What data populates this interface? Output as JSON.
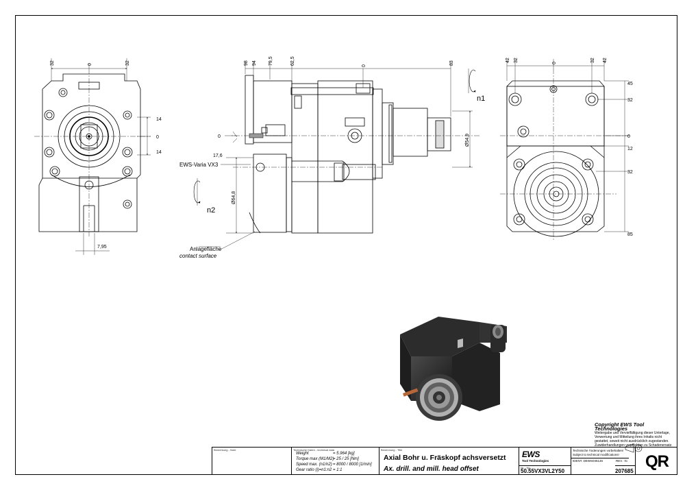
{
  "dimensions": {
    "left_view": {
      "top": [
        "32",
        "0",
        "32"
      ],
      "right": [
        "14",
        "0",
        "14"
      ],
      "bottom": "7,95"
    },
    "side_view": {
      "top": [
        "98",
        "94",
        "79,5",
        "62,5",
        "0",
        "83"
      ],
      "left": [
        "0",
        "17,6"
      ],
      "diameter_main": "Ø54,9",
      "diameter_lower": "Ø64,8",
      "rotation_upper": "n1",
      "rotation_lower": "n2",
      "label_varia": "EWS-Varia VX3",
      "label_contact_de": "Anlagefläche",
      "label_contact_en": "contact surface"
    },
    "front_view": {
      "top": [
        "42",
        "32",
        "0",
        "32",
        "42"
      ],
      "right": [
        "45",
        "32",
        "0",
        "12",
        "32",
        "85"
      ]
    }
  },
  "copyright": {
    "title": "Copyright EWS Tool Technologies",
    "lines": [
      "Weitergabe und Vervielfältigung dieser Unterlage,",
      "Verwertung und Mitteilung ihres Inhalts nicht",
      "gestattet, soweit nicht ausdrücklich zugestanden.",
      "Zuwiderhandlungen verpflichten zu Schadenersatz."
    ]
  },
  "title_block": {
    "remark_label": "Bemerkung - Note",
    "tech_label": "Technische Daten - technical data",
    "tech": [
      {
        "k": "Weight",
        "v": "= 5.964 [kg]"
      },
      {
        "k": "Torque max (M1/M2)",
        "v": "= 25 / 25 [Nm]"
      },
      {
        "k": "Speed max. (n1/n2)",
        "v": "= 8000 / 8000 [1/min]"
      },
      {
        "k": "Gear ratio (i)=n1:n2",
        "v": "= 1:1"
      }
    ],
    "name_label": "Benennung - Title",
    "title_de": "Axial Bohr u. Fräskopf achsversetzt",
    "title_en": "Ax. drill. and mill. head offset",
    "company": "EWS",
    "company_sub": "Tool Technologies",
    "notice_de": "Technische Änderungen vorbehalten!",
    "notice_en": "Subject to technical modifications!",
    "ident_label": "IDENT.",
    "ident": "DEWS045146",
    "rev_label": "REV.",
    "rev": "-/C",
    "nr_label": "Nr. - No.",
    "part_no": "50.55VX3VL2Y50",
    "index": "207685",
    "qr": "QR"
  }
}
